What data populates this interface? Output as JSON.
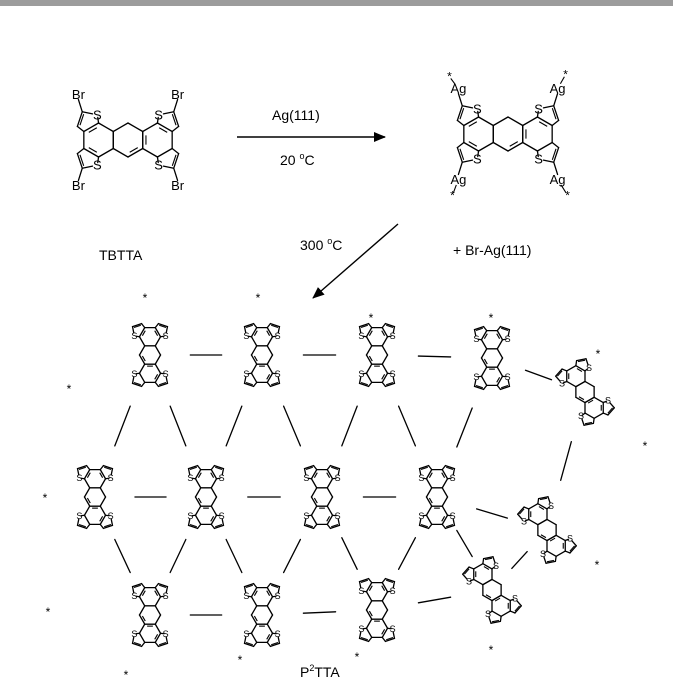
{
  "scheme": {
    "reactant_name": "TBTTA",
    "product_name_main": "P",
    "product_name_sup": "2",
    "product_name_rest": "TTA",
    "step1": {
      "reagent": "Ag(111)",
      "temp_value": "20 ",
      "temp_sup": "o",
      "temp_unit": "C"
    },
    "step2": {
      "temp_value": "300 ",
      "temp_sup": "o",
      "temp_unit": "C"
    },
    "byproduct": "+ Br-Ag(111)"
  },
  "atoms": {
    "bromine": "Br",
    "silver": "Ag",
    "sulfur": "S",
    "radical_mark": "*"
  }
}
